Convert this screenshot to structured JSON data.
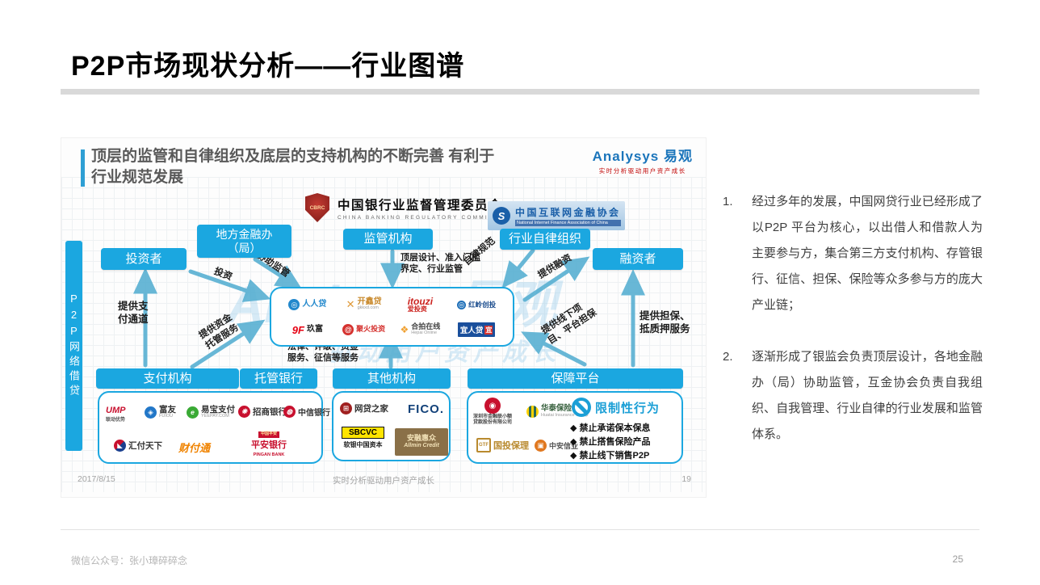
{
  "colors": {
    "accent_blue": "#1ba7e0",
    "arrow_blue": "#58b0d2",
    "header_gray": "#595959",
    "brand_blue": "#1b75bb",
    "tagline_red": "#c00000",
    "restricted_blue": "#1b9fd6",
    "title_black": "#000000"
  },
  "slide": {
    "title": "P2P市场现状分析——行业图谱",
    "footer_left": "微信公众号：张小璋碎碎念",
    "footer_page": "25"
  },
  "diagram": {
    "header": {
      "line1": "顶层的监管和自律组织及底层的支持机构的不断完善  有利于",
      "line2": "行业规范发展"
    },
    "brand": {
      "name": "Analysys 易观",
      "tagline": "实时分析驱动用户资产成长"
    },
    "watermark": {
      "main": "Analysys易观",
      "sub": "驱动用户资产成长"
    },
    "cbrc": {
      "badge": "CBRC",
      "name": "中国银行业监督管理委员会",
      "sub": "CHINA BANKING REGULATORY COMMISSION"
    },
    "nifa": {
      "glyph": "S",
      "name": "中国互联网金融协会",
      "sub": "National Internet Finance Association of China"
    },
    "side_label": "P2P网络借贷",
    "nodes": {
      "local_l1": "地方金融办",
      "local_l2": "（局）",
      "regulator": "监管机构",
      "sro": "行业自律组织",
      "investor": "投资者",
      "borrower": "融资者",
      "payment": "支付机构",
      "custodian": "托管银行",
      "other": "其他机构",
      "guarantee": "保障平台"
    },
    "labels": {
      "invest": "投资",
      "assist": "协助监管",
      "top_l1": "顶层设计、准入门槛",
      "top_l2": "界定、行业监管",
      "selfreg": "自律规范",
      "finance": "提供融资",
      "channel_l1": "提供支",
      "channel_l2": "付通道",
      "custody_l1": "提供资金",
      "custody_l2": "托管服务",
      "legal_l1": "法律、评级、资金",
      "legal_l2": "服务、征信等服务",
      "offline_l1": "提供线下项",
      "offline_l2": "目、平台担保",
      "guar_l1": "提供担保、",
      "guar_l2": "抵质押服务"
    },
    "platforms": [
      {
        "glyph": "◎",
        "name": "人人贷",
        "sub": ""
      },
      {
        "glyph": "✕",
        "name": "开鑫贷",
        "sub": "gkkxd.com"
      },
      {
        "glyph": "",
        "name": "itouzi",
        "sub": "爱投资"
      },
      {
        "glyph": "◎",
        "name": "红岭创投",
        "sub": ""
      },
      {
        "glyph": "9F",
        "name": "玖富",
        "sub": ""
      },
      {
        "glyph": "@",
        "name": "聚火投资",
        "sub": ""
      },
      {
        "glyph": "❖",
        "name": "合拍在线",
        "sub": "Hepai Online"
      },
      {
        "glyph": "宜",
        "name": "宜人贷",
        "sub": ""
      }
    ],
    "payments": [
      {
        "glyph": "UMP",
        "name": "联动优势"
      },
      {
        "glyph": "◈",
        "name": "富友",
        "sub": "FUIOU"
      },
      {
        "glyph": "e",
        "name": "易宝支付",
        "sub": "YEEPAY.COM"
      },
      {
        "glyph": "◣",
        "name": "汇付天下"
      },
      {
        "glyph": "",
        "name": "财付通"
      }
    ],
    "banks": [
      {
        "glyph": "❋",
        "name": "招商银行"
      },
      {
        "glyph": "◍",
        "name": "中信银行"
      },
      {
        "chip": "中国平安",
        "name": "平安银行",
        "sub": "PINGAN BANK"
      }
    ],
    "others": [
      {
        "glyph": "⊞",
        "name": "网贷之家"
      },
      {
        "name": "FICO."
      },
      {
        "badge": "SBCVC",
        "name": "软银中国资本"
      },
      {
        "name": "安融惠众",
        "sub": "Allmin Credit"
      }
    ],
    "guarantee_members": [
      {
        "glyph": "◉",
        "name_l1": "深圳市金融联小额",
        "name_l2": "贷款股份有限公司"
      },
      {
        "name": "华泰保险",
        "sub": "Huatai Insurance Group"
      },
      {
        "badge": "GTF",
        "name": "国投保理"
      },
      {
        "glyph": "▣",
        "name": "中安信业"
      }
    ],
    "restricted": {
      "title": "限制性行为",
      "items": [
        "◆ 禁止承诺保本保息",
        "◆ 禁止搭售保险产品",
        "◆ 禁止线下销售P2P"
      ]
    },
    "footer": {
      "date": "2017/8/15",
      "center": "实时分析驱动用户资产成长",
      "page": "19"
    }
  },
  "notes": [
    {
      "num": "1.",
      "text": "经过多年的发展，中国网贷行业已经形成了以P2P 平台为核心，以出借人和借款人为主要参与方，集合第三方支付机构、存管银行、征信、担保、保险等众多参与方的庞大产业链；"
    },
    {
      "num": "2.",
      "text": "逐渐形成了银监会负责顶层设计，各地金融办（局）协助监管，互金协会负责自我组织、自我管理、行业自律的行业发展和监管体系。"
    }
  ]
}
